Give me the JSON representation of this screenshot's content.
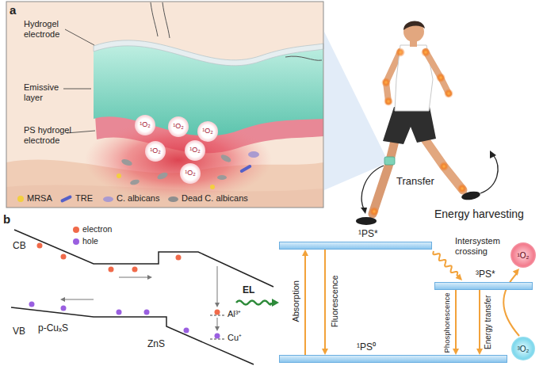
{
  "diagram": {
    "nodes": [
      {
        "text": [
          "¹O₂"
        ]
      },
      {
        "text": [
          "¹O₂"
        ]
      },
      {
        "text": [
          "¹O₂"
        ]
      },
      {
        "text": [
          "¹O₂"
        ]
      },
      {
        "text": [
          "¹O₂"
        ]
      },
      {
        "text": [
          "¹O₂"
        ]
      },
      {
        "text": [
          "¹PS*"
        ]
      },
      {
        "text": [
          "³PS*"
        ]
      },
      {
        "text": [
          "¹PS⁰"
        ]
      },
      {
        "text": [
          "¹O₂"
        ]
      },
      {
        "text": [
          "³O₂"
        ]
      }
    ],
    "edges": [
      {
        "from": 8,
        "to": 6,
        "arrow": "to",
        "label": "Absorption"
      },
      {
        "from": 6,
        "to": 8,
        "arrow": "to",
        "label": "Fluorescence"
      },
      {
        "from": 6,
        "to": 7,
        "arrow": "to",
        "label": "Intersystem crossing"
      },
      {
        "from": 7,
        "to": 8,
        "arrow": "to",
        "label": "Phosphorescence"
      },
      {
        "from": 7,
        "to": 8,
        "arrow": "to",
        "label": "Energy transfer"
      },
      {
        "from": 10,
        "to": 9,
        "arrow": "to"
      }
    ],
    "labels": [
      "a",
      "Hydrogel electrode",
      "Emissive layer",
      "PS hydrogel electrode",
      "Transfer",
      "Energy harvesting",
      "b",
      "CB",
      "VB",
      "p-CuₓS",
      "ZnS",
      "Al³⁺",
      "Cu⁺",
      "EL"
    ],
    "legend": [
      {
        "text": "MRSA",
        "color": "#f3cf3f"
      },
      {
        "text": "TRE",
        "color": "#5560c8"
      },
      {
        "text": "C. albicans",
        "color": "#a99ad0"
      },
      {
        "text": "Dead C. albicans",
        "color": "#8e8e8e"
      },
      {
        "text": "electron",
        "color": "#f06a4a"
      },
      {
        "text": "hole",
        "color": "#9a5fe0"
      }
    ]
  }
}
